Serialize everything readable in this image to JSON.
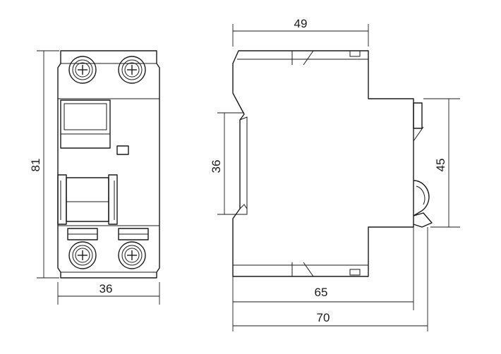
{
  "front_view": {
    "height_label": "81",
    "width_label": "36"
  },
  "side_view": {
    "top_width_label": "49",
    "din_rail_label": "36",
    "toggle_height_label": "45",
    "body_depth_label": "65",
    "overall_depth_label": "70"
  }
}
